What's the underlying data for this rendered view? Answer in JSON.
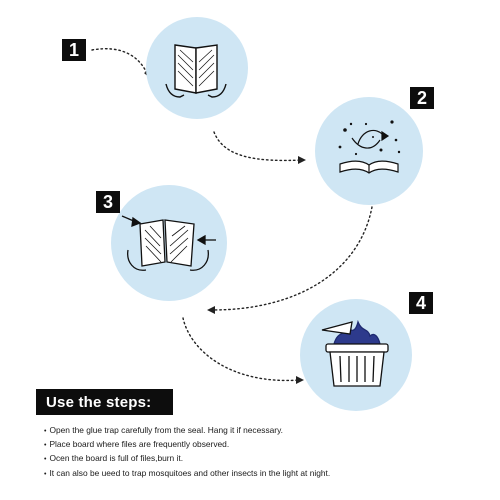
{
  "steps": [
    {
      "number": "1",
      "action": "open-glue-trap",
      "icon": "open-board-icon"
    },
    {
      "number": "2",
      "action": "flies-attracted",
      "icon": "flies-on-board-icon"
    },
    {
      "number": "3",
      "action": "board-full",
      "icon": "full-board-icon"
    },
    {
      "number": "4",
      "action": "burn-board",
      "icon": "burning-bin-icon"
    }
  ],
  "instructions": {
    "heading": "Use the steps:",
    "lines": [
      "Open the glue trap carefully from the seal. Hang it if necessary.",
      "Place board where files are frequently observed.",
      "Ocen the board is full of files,burn it.",
      "It can also be ueed to trap mosquitoes and other insects in the light at night."
    ]
  },
  "colors": {
    "circle": "#cfe6f4",
    "ink": "#111111",
    "badge": "#0d0d0d",
    "flame": "#2d3a8c"
  }
}
